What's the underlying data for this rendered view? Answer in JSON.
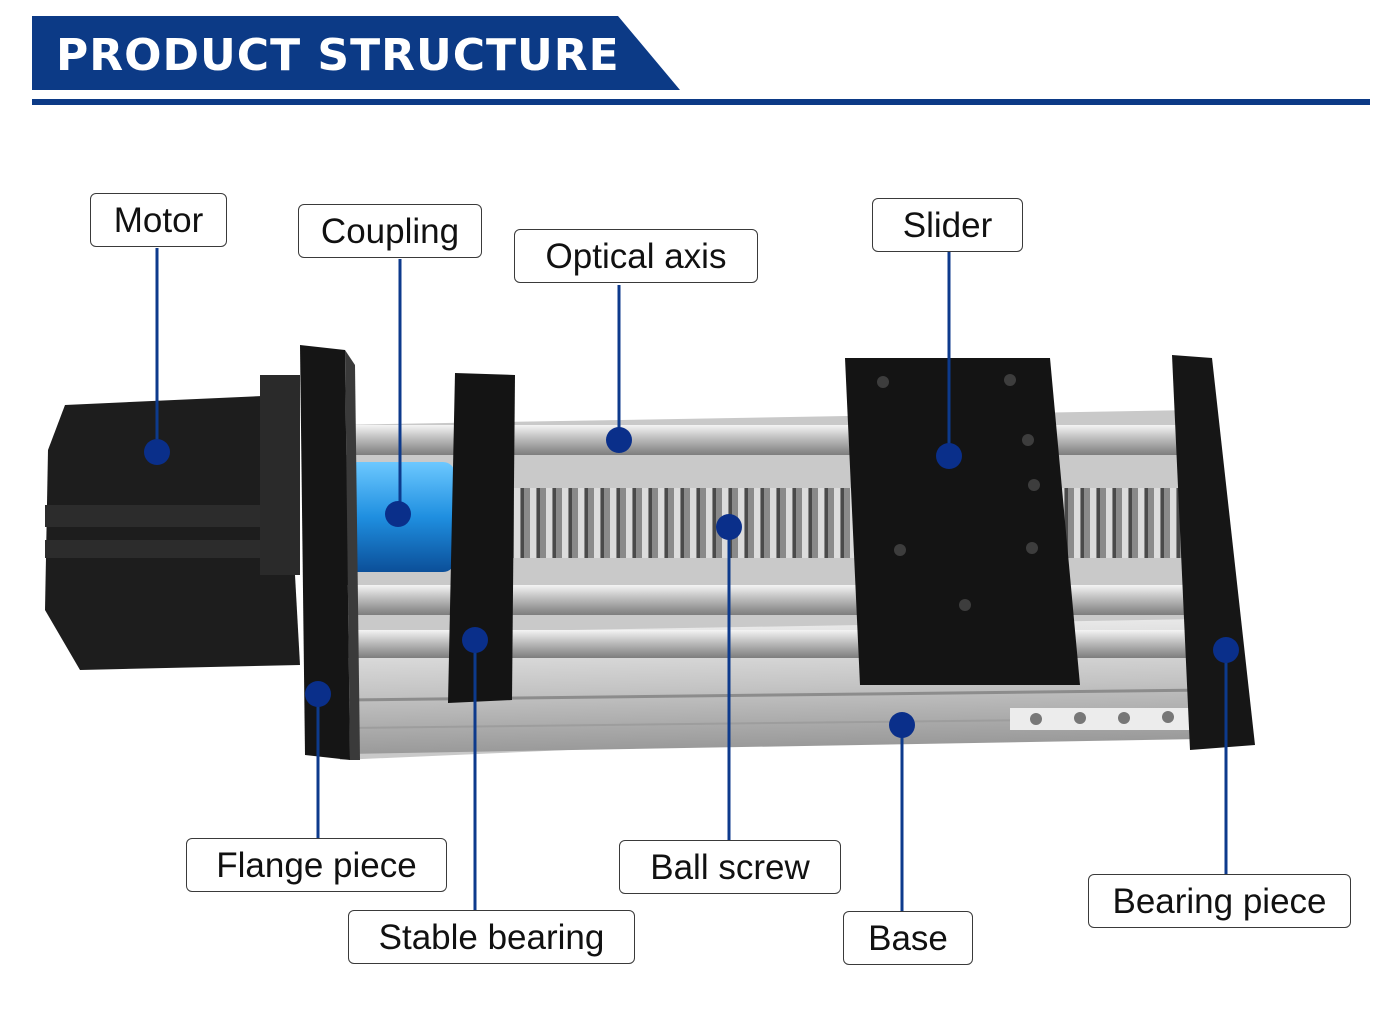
{
  "header": {
    "title": "PRODUCT STRUCTURE"
  },
  "colors": {
    "header_bg": "#0c3a86",
    "leader_line": "#0d3a8c",
    "marker_dot": "#0a2f8a"
  },
  "labels": {
    "motor": "Motor",
    "coupling": "Coupling",
    "optical_axis": "Optical axis",
    "slider": "Slider",
    "flange_piece": "Flange piece",
    "stable_bearing": "Stable bearing",
    "ball_screw": "Ball screw",
    "base": "Base",
    "bearing_piece": "Bearing piece"
  }
}
